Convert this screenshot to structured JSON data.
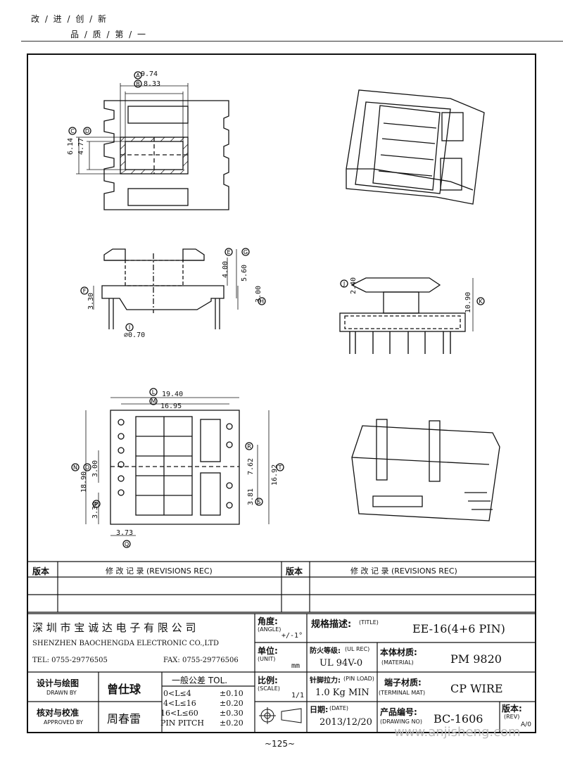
{
  "header": {
    "slogan_line1": "改 / 进 / 创 / 新",
    "slogan_line2": "品 / 质 / 第 / 一"
  },
  "dimensions": {
    "top_view": {
      "A": "9.74",
      "B": "8.33",
      "C": "6.14",
      "D": "4.77",
      "labels": [
        "A",
        "B",
        "C",
        "D"
      ]
    },
    "side_view": {
      "E": "4.00",
      "F": "3.30",
      "G": "5.60",
      "H": "3.00",
      "I": "0.70",
      "labels": [
        "E",
        "F",
        "G",
        "H",
        "I"
      ]
    },
    "front_view": {
      "J": "2.40",
      "K": "10.90",
      "labels": [
        "J",
        "K"
      ]
    },
    "bottom_view": {
      "L": "19.40",
      "M": "16.95",
      "N": "18.90",
      "O": "3.00",
      "P": "3.30",
      "Q": "3.73",
      "R": "7.62",
      "S": "3.81",
      "T": "16.92",
      "labels": [
        "L",
        "M",
        "N",
        "O",
        "P",
        "Q",
        "R",
        "S",
        "T"
      ]
    },
    "tolerance_sign": "+/-1°",
    "unit": "mm",
    "scale": "1/1"
  },
  "revision_table": {
    "col_version": "版本",
    "col_record": "修  改  记  录   (REVISIONS REC)",
    "col_version_2": "版本",
    "col_record_2": "修  改  记  录   (REVISIONS REC)"
  },
  "company": {
    "name_cn": "深 圳 市 宝 诚 达 电 子 有 限 公 司",
    "name_en": "SHENZHEN BAOCHENGDA ELECTRONIC CO.,LTD",
    "tel": "TEL: 0755-29776505",
    "fax": "FAX: 0755-29776506"
  },
  "title_block": {
    "angle_label": "角度:",
    "angle_sub": "(ANGLE)",
    "unit_label": "单位:",
    "unit_sub": "(UNIT)",
    "scale_label": "比例:",
    "scale_sub": "(SCALE)",
    "title_label": "规格描述:",
    "title_sub": "(TITLE)",
    "title_value": "EE-16(4+6 PIN)",
    "fire_label": "防火等级:",
    "fire_sub": "(UL REC)",
    "fire_value": "UL 94V-0",
    "material_label": "本体材质:",
    "material_sub": "(MATERIAL)",
    "material_value": "PM 9820",
    "pinload_label": "针脚拉力:",
    "pinload_sub": "(PIN LOAD)",
    "pinload_value": "1.0 Kg MIN",
    "terminal_label": "端子材质:",
    "terminal_sub": "(TERMINAL MAT)",
    "terminal_value": "CP WIRE",
    "date_label": "日期:",
    "date_sub": "(DATE)",
    "date_value": "2013/12/20",
    "drawing_no_label": "产品编号:",
    "drawing_no_sub": "(DRAWING NO)",
    "drawing_no_value": "BC-1606",
    "rev_label": "版本:",
    "rev_sub": "(REV)",
    "rev_value": "A/0",
    "drawn_label": "设计与绘图",
    "drawn_sub": "DRAWN BY",
    "drawn_value": "曾仕球",
    "approved_label": "核对与校准",
    "approved_sub": "APPROVED BY",
    "approved_value": "周春雷",
    "tol_title": "一般公差  TOL.",
    "tol_rows": [
      {
        "range": "0<L≤4",
        "tol": "±0.10"
      },
      {
        "range": "4<L≤16",
        "tol": "±0.20"
      },
      {
        "range": "16<L≤60",
        "tol": "±0.30"
      },
      {
        "range": "PIN PITCH",
        "tol": "±0.20"
      }
    ]
  },
  "page_number": "~125~",
  "watermark": "www.anjisheng.com"
}
